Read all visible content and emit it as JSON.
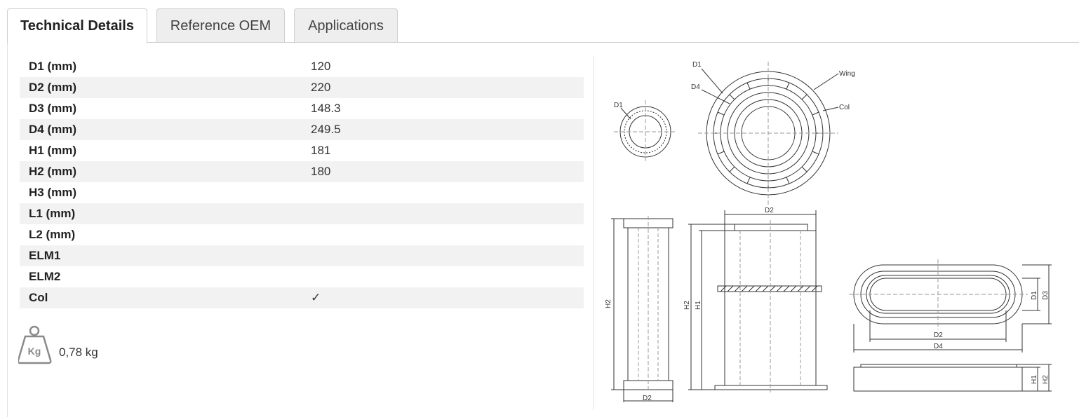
{
  "tabs": [
    {
      "label": "Technical Details",
      "active": true
    },
    {
      "label": "Reference OEM",
      "active": false
    },
    {
      "label": "Applications",
      "active": false
    }
  ],
  "specs": [
    {
      "label": "D1 (mm)",
      "value": "120"
    },
    {
      "label": "D2 (mm)",
      "value": "220"
    },
    {
      "label": "D3 (mm)",
      "value": "148.3"
    },
    {
      "label": "D4 (mm)",
      "value": "249.5"
    },
    {
      "label": "H1 (mm)",
      "value": "181"
    },
    {
      "label": "H2 (mm)",
      "value": "180"
    },
    {
      "label": "H3 (mm)",
      "value": ""
    },
    {
      "label": "L1 (mm)",
      "value": ""
    },
    {
      "label": "L2 (mm)",
      "value": ""
    },
    {
      "label": "ELM1",
      "value": ""
    },
    {
      "label": "ELM2",
      "value": ""
    },
    {
      "label": "Col",
      "value": "✓"
    }
  ],
  "weight": {
    "icon": "weight-kg-icon",
    "icon_text": "Kg",
    "value": "0,78 kg"
  },
  "drawing": {
    "labels": {
      "d1": "D1",
      "d2": "D2",
      "d3": "D3",
      "d4": "D4",
      "h1": "H1",
      "h2": "H2",
      "wing": "Wing",
      "col": "Col"
    }
  }
}
